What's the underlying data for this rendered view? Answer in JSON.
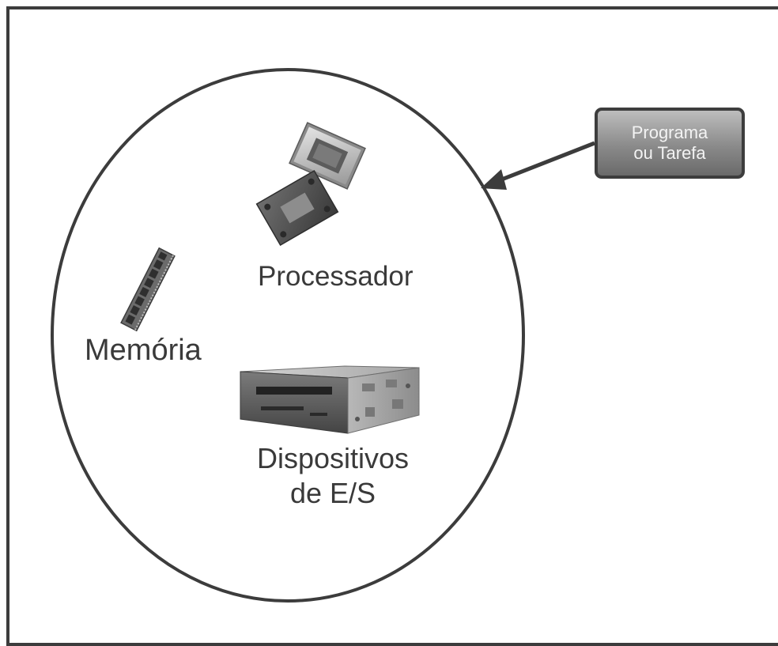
{
  "labels": {
    "processor": "Processador",
    "memory": "Memória",
    "io_line1": "Dispositivos",
    "io_line2": "de E/S"
  },
  "task_box": {
    "line1": "Programa",
    "line2": "ou Tarefa"
  },
  "icons": [
    "cpu-chip-icon",
    "cpu-chip-icon",
    "memory-module-icon",
    "tape-drive-icon"
  ],
  "colors": {
    "border": "#3c3c3c",
    "text": "#3a3a3a",
    "box_fill_top": "#bdbdbd",
    "box_fill_bottom": "#6a6a6a"
  }
}
